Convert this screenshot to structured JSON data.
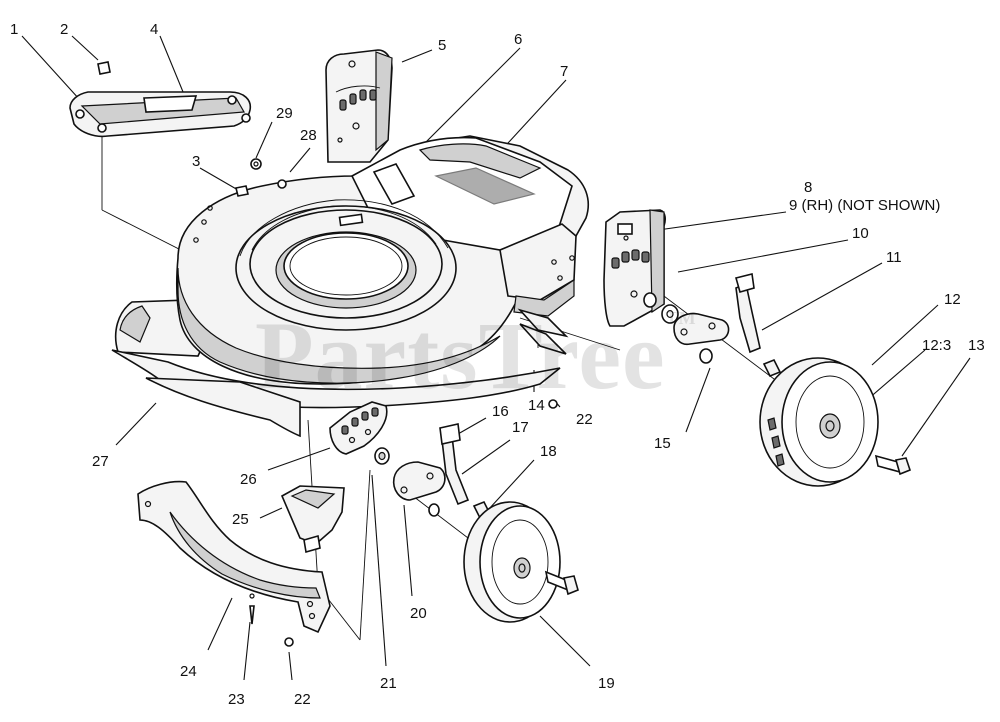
{
  "watermark": {
    "text": "PartsTree",
    "trademark": "TM"
  },
  "callouts": [
    {
      "id": "c1",
      "text": "1"
    },
    {
      "id": "c2",
      "text": "2"
    },
    {
      "id": "c3",
      "text": "3"
    },
    {
      "id": "c4",
      "text": "4"
    },
    {
      "id": "c5",
      "text": "5"
    },
    {
      "id": "c6",
      "text": "6"
    },
    {
      "id": "c7",
      "text": "7"
    },
    {
      "id": "c8",
      "text": "8"
    },
    {
      "id": "c9",
      "text": "9 (RH) (NOT SHOWN)"
    },
    {
      "id": "c10",
      "text": "10"
    },
    {
      "id": "c11",
      "text": "11"
    },
    {
      "id": "c12",
      "text": "12"
    },
    {
      "id": "c12b",
      "text": "12:3"
    },
    {
      "id": "c13",
      "text": "13"
    },
    {
      "id": "c14",
      "text": "14"
    },
    {
      "id": "c15",
      "text": "15"
    },
    {
      "id": "c16",
      "text": "16"
    },
    {
      "id": "c17",
      "text": "17"
    },
    {
      "id": "c18",
      "text": "18"
    },
    {
      "id": "c19",
      "text": "19"
    },
    {
      "id": "c20",
      "text": "20"
    },
    {
      "id": "c21",
      "text": "21"
    },
    {
      "id": "c22a",
      "text": "22"
    },
    {
      "id": "c22b",
      "text": "22"
    },
    {
      "id": "c23",
      "text": "23"
    },
    {
      "id": "c24",
      "text": "24"
    },
    {
      "id": "c25",
      "text": "25"
    },
    {
      "id": "c26",
      "text": "26"
    },
    {
      "id": "c27",
      "text": "27"
    },
    {
      "id": "c28",
      "text": "28"
    },
    {
      "id": "c29",
      "text": "29"
    }
  ]
}
